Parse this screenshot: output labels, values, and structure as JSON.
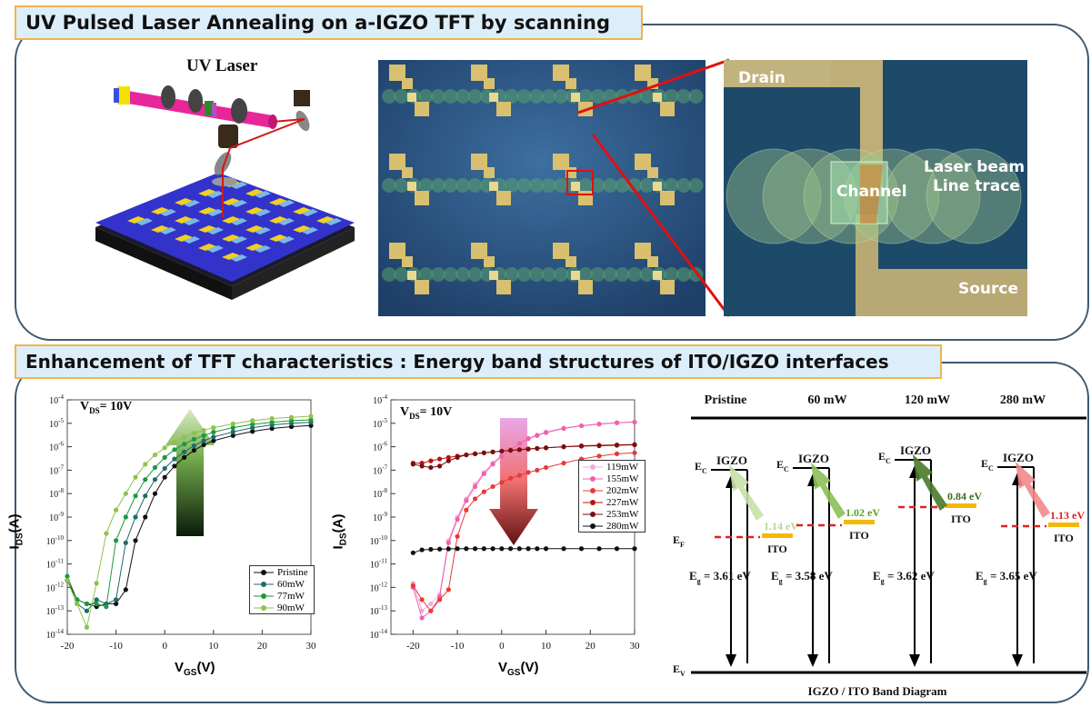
{
  "section1": {
    "title": "UV Pulsed Laser Annealing on a-IGZO TFT by scanning"
  },
  "section2": {
    "title": "Enhancement of TFT characteristics : Energy band structures of ITO/IGZO interfaces"
  },
  "laser": {
    "label": "UV Laser"
  },
  "zoom": {
    "drain": "Drain",
    "channel": "Channel",
    "laser_line1": "Laser beam",
    "laser_line2": "Line trace",
    "source": "Source"
  },
  "colors": {
    "panel_border": "#3d5a73",
    "banner_bg": "#ddeefb",
    "banner_border": "#f0b44a",
    "ito": "#f5b800",
    "ef_line": "#e02020"
  },
  "charts": {
    "left": {
      "vds_label": "V",
      "vds_sub": "DS",
      "vds_value": "= 10V",
      "xlabel": "V",
      "xlabel_sub": "GS",
      "xlabel_unit": "(V)",
      "ylabel": "I",
      "ylabel_sub": "DS",
      "ylabel_unit": "(A)"
    },
    "mid": {
      "vds_label": "V",
      "vds_sub": "DS",
      "vds_value": "= 10V",
      "xlabel": "V",
      "xlabel_sub": "GS",
      "xlabel_unit": "(V)",
      "ylabel": "I",
      "ylabel_sub": "DS",
      "ylabel_unit": "(A)"
    }
  },
  "chart_data": [
    {
      "type": "line",
      "xlabel": "VGS(V)",
      "ylabel": "IDS(A)",
      "xlim": [
        -20,
        30
      ],
      "ylim": [
        1e-14,
        0.0001
      ],
      "yscale": "log",
      "xticks": [
        "-20",
        "-10",
        "0",
        "10",
        "20",
        "30"
      ],
      "yticks": [
        "10-14",
        "10-13",
        "10-12",
        "10-11",
        "10-10",
        "10-9",
        "10-8",
        "10-7",
        "10-6",
        "10-5",
        "10-4"
      ],
      "annotation": "VDS = 10V",
      "x": [
        -20,
        -18,
        -16,
        -14,
        -12,
        -10,
        -8,
        -6,
        -4,
        -2,
        0,
        2,
        4,
        6,
        8,
        10,
        14,
        18,
        22,
        26,
        30
      ],
      "series": [
        {
          "name": "Pristine",
          "color": "#111111",
          "values": [
            2e-12,
            3e-13,
            2e-13,
            1.5e-13,
            2e-13,
            2e-13,
            8e-13,
            1e-10,
            1e-09,
            1e-08,
            5e-08,
            1.5e-07,
            3.5e-07,
            7e-07,
            1.2e-06,
            1.8e-06,
            3e-06,
            4.5e-06,
            6e-06,
            7.2e-06,
            8e-06
          ]
        },
        {
          "name": "60mW",
          "color": "#1f6b6b",
          "values": [
            2e-12,
            2e-13,
            1e-13,
            3e-13,
            2e-13,
            3e-13,
            8e-11,
            1e-09,
            8e-09,
            4e-08,
            1.2e-07,
            3e-07,
            6e-07,
            1.1e-06,
            1.8e-06,
            2.6e-06,
            4.3e-06,
            6.5e-06,
            8.5e-06,
            1e-05,
            1.1e-05
          ]
        },
        {
          "name": "77mW",
          "color": "#1a9a3a",
          "values": [
            3e-12,
            3e-13,
            2e-13,
            2e-13,
            1.5e-13,
            1e-10,
            1e-09,
            8e-09,
            4e-08,
            1.3e-07,
            3.5e-07,
            7.5e-07,
            1.3e-06,
            2.1e-06,
            3e-06,
            4.2e-06,
            6.5e-06,
            9e-06,
            1.1e-05,
            1.3e-05,
            1.4e-05
          ]
        },
        {
          "name": "90mW",
          "color": "#8fc24a",
          "values": [
            2e-12,
            2e-13,
            2e-14,
            1.5e-12,
            2e-10,
            2e-09,
            1e-08,
            5e-08,
            1.8e-07,
            4.5e-07,
            9e-07,
            1.6e-06,
            2.6e-06,
            3.8e-06,
            5e-06,
            6.5e-06,
            9.5e-06,
            1.3e-05,
            1.6e-05,
            1.8e-05,
            2e-05
          ]
        }
      ]
    },
    {
      "type": "line",
      "xlabel": "VGS(V)",
      "ylabel": "IDS(A)",
      "xlim": [
        -25,
        30
      ],
      "ylim": [
        1e-14,
        0.0001
      ],
      "yscale": "log",
      "xticks": [
        "-20",
        "-10",
        "0",
        "10",
        "20",
        "30"
      ],
      "yticks": [
        "10-14",
        "10-13",
        "10-12",
        "10-11",
        "10-10",
        "10-9",
        "10-8",
        "10-7",
        "10-6",
        "10-5",
        "10-4"
      ],
      "annotation": "VDS = 10V",
      "x": [
        -20,
        -18,
        -16,
        -14,
        -12,
        -10,
        -8,
        -6,
        -4,
        -2,
        0,
        2,
        4,
        6,
        8,
        10,
        14,
        18,
        22,
        26,
        30
      ],
      "series": [
        {
          "name": "119mW",
          "color": "#f4a8d8",
          "values": [
            1.5e-12,
            1e-13,
            2e-13,
            5e-13,
            1e-10,
            1e-09,
            6e-09,
            2.5e-08,
            8e-08,
            2e-07,
            4.5e-07,
            9e-07,
            1.5e-06,
            2.3e-06,
            3.2e-06,
            4.3e-06,
            6.3e-06,
            8e-06,
            9.5e-06,
            1.08e-05,
            1.15e-05
          ]
        },
        {
          "name": "155mW",
          "color": "#f060b0",
          "values": [
            1e-12,
            5e-14,
            1e-13,
            4e-13,
            8e-11,
            8e-10,
            5e-09,
            2e-08,
            7e-08,
            1.8e-07,
            4e-07,
            8e-07,
            1.4e-06,
            2.2e-06,
            3e-06,
            4e-06,
            6e-06,
            7.8e-06,
            9.2e-06,
            1.05e-05,
            1.12e-05
          ]
        },
        {
          "name": "202mW",
          "color": "#e83a3a",
          "values": [
            1.2e-12,
            3e-13,
            1e-13,
            3e-13,
            8e-13,
            1.5e-10,
            2e-09,
            6e-09,
            1.2e-08,
            2e-08,
            3e-08,
            4.5e-08,
            6e-08,
            8e-08,
            1e-07,
            1.3e-07,
            2e-07,
            3e-07,
            4e-07,
            5e-07,
            5.5e-07
          ]
        },
        {
          "name": "227mW",
          "color": "#b81414",
          "values": [
            2e-07,
            2e-07,
            2.5e-07,
            3e-07,
            3.5e-07,
            4e-07,
            4.5e-07,
            5e-07,
            5.5e-07,
            6e-07,
            6.5e-07,
            7e-07,
            7.5e-07,
            8e-07,
            8.5e-07,
            9e-07,
            1e-06,
            1.1e-06,
            1.15e-06,
            1.2e-06,
            1.25e-06
          ]
        },
        {
          "name": "253mW",
          "color": "#7a0e0e",
          "values": [
            1.8e-07,
            1.5e-07,
            1.3e-07,
            1.5e-07,
            2.5e-07,
            3.5e-07,
            4.5e-07,
            5e-07,
            5.5e-07,
            6e-07,
            6.5e-07,
            7e-07,
            7.5e-07,
            8e-07,
            8.5e-07,
            9e-07,
            1e-06,
            1.05e-06,
            1.1e-06,
            1.15e-06,
            1.2e-06
          ]
        },
        {
          "name": "280mW",
          "color": "#111111",
          "values": [
            3e-11,
            4e-11,
            4.2e-11,
            4.3e-11,
            4.4e-11,
            4.5e-11,
            4.5e-11,
            4.5e-11,
            4.5e-11,
            4.5e-11,
            4.5e-11,
            4.5e-11,
            4.5e-11,
            4.5e-11,
            4.5e-11,
            4.5e-11,
            4.5e-11,
            4.5e-11,
            4.5e-11,
            4.5e-11,
            4.5e-11
          ]
        }
      ]
    }
  ],
  "band": {
    "columns": [
      "Pristine",
      "60 mW",
      "120 mW",
      "280 mW"
    ],
    "igzo": "IGZO",
    "ito": "ITO",
    "ec": "E",
    "ec_sub": "C",
    "ef": "E",
    "ef_sub": "F",
    "ev": "E",
    "ev_sub": "V",
    "eg_label": "E",
    "eg_sub": "g",
    "gaps": [
      "= 3.61 eV",
      "= 3.58 eV",
      "= 3.62 eV",
      "= 3.65 eV"
    ],
    "barriers": [
      "1.14 eV",
      "1.02 eV",
      "0.84 eV",
      "1.13 eV"
    ],
    "barrier_colors": [
      "#b5d98a",
      "#5aa02a",
      "#3a6e1a",
      "#e02020"
    ],
    "caption": "IGZO / ITO Band Diagram"
  }
}
